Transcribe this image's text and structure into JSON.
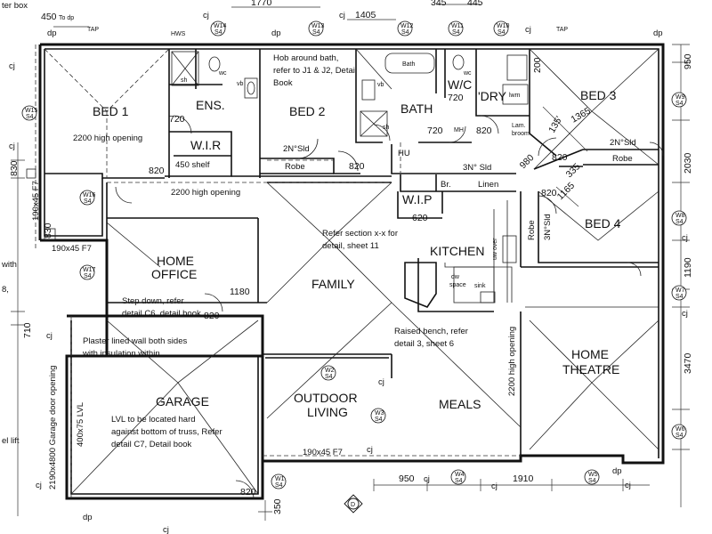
{
  "rooms": {
    "bed1": "BED 1",
    "ens": "ENS.",
    "wir1": "W.I.R",
    "bed2": "BED 2",
    "bath": "BATH",
    "wc": "W/C",
    "dry": "'DRY",
    "bed3": "BED 3",
    "bed4": "BED 4",
    "home_office_1": "HOME",
    "home_office_2": "OFFICE",
    "family": "FAMILY",
    "kitchen": "KITCHEN",
    "wip": "W.I.P",
    "garage": "GARAGE",
    "outdoor_1": "OUTDOOR",
    "outdoor_2": "LIVING",
    "meals": "MEALS",
    "theatre_1": "HOME",
    "theatre_2": "THEATRE"
  },
  "notes": {
    "hob_1": "Hob around bath,",
    "hob_2": "refer to J1 & J2, Detail",
    "hob_3": "Book",
    "opening_bed1": "2200 high opening",
    "opening_hall": "2200 high opening",
    "shelf": "450 shelf",
    "robe_bed2": "Robe",
    "robe_bed3": "Robe",
    "robe_bed4": "Robe",
    "sld_bed2": "2N°Sld",
    "sld_bed3": "2N°Sld",
    "sld_linen": "3N° Sld",
    "sld_bed4": "3N°Sld",
    "linen": "Linen",
    "br": "Br.",
    "hu": "HU",
    "mh": "MH",
    "lam_1": "Lam.",
    "lam_2": "broom",
    "lwm": "lwm",
    "bath_fixture": "Bath",
    "wc1": "wc",
    "wc2": "wc",
    "vb1": "vb",
    "vb2": "vb",
    "sh1": "sh",
    "sh2": "sh",
    "hws": "HWS",
    "section_1": "Refer section x-x for",
    "section_2": "detail, sheet 11",
    "stepdown_1": "Step down, refer",
    "stepdown_2": "detail C6, detail book",
    "plaster_1": "Plaster lined wall both sides",
    "plaster_2": "with insulation within",
    "raised_1": "Raised bench, refer",
    "raised_2": "detail 3, sheet 6",
    "lvl_1": "LVL to be located hard",
    "lvl_2": "against bottom of truss, Refer",
    "lvl_3": "detail C7, Detail book",
    "theatre_opening": "2200 high opening",
    "garage_door": "2190x4800 Garage door opening",
    "garage_lvl": "400x75 LVL",
    "beam1": "190x45 F7",
    "beam2": "190x45 F7",
    "beam3": "190x45 F7",
    "dw": "dw",
    "space": "space",
    "sink": "sink",
    "oven": "uw over",
    "tap1": "TAP",
    "tap2": "TAP",
    "to_dp": "To dp",
    "left_with": "with",
    "left_8": "8,",
    "left_lift": "el lift",
    "left_tox": "ter box"
  },
  "dims": {
    "d450": "450",
    "d1770": "1770",
    "d1405": "1405",
    "d345": "345",
    "d445": "445",
    "d950_right": "950",
    "d2030": "2030",
    "d1190": "1190",
    "d3470": "3470",
    "d830_left": "830",
    "d830_b": "830",
    "d710": "710",
    "d720_ens": "720",
    "d720_wc": "720",
    "d720_bath": "720",
    "d820_dry": "820",
    "d820_bed1": "820",
    "d820_bed2": "820",
    "d820_bed3": "820",
    "d820_bed4": "820",
    "d820_office": "820",
    "d820_garage": "820",
    "d620": "620",
    "d1180": "1180",
    "d980": "980",
    "d135": "135'",
    "d1365": "1365",
    "d1165": "1165",
    "d335": "335",
    "d200": "200",
    "d950_bottom": "950",
    "d1910": "1910",
    "d350": "350"
  },
  "marks": {
    "w15": "W15",
    "w14": "W14",
    "w13": "W13",
    "w12": "W12",
    "w11": "W11",
    "w10": "W10",
    "w9": "W9",
    "w8": "W8",
    "w7": "W7",
    "w6": "W6",
    "w5": "W5",
    "w4": "W4",
    "w3": "W3",
    "w2": "W2",
    "w1": "W1",
    "w16": "W16",
    "w17": "W17",
    "s4": "S4",
    "dp": "dp",
    "cj": "cj",
    "section": "D"
  }
}
